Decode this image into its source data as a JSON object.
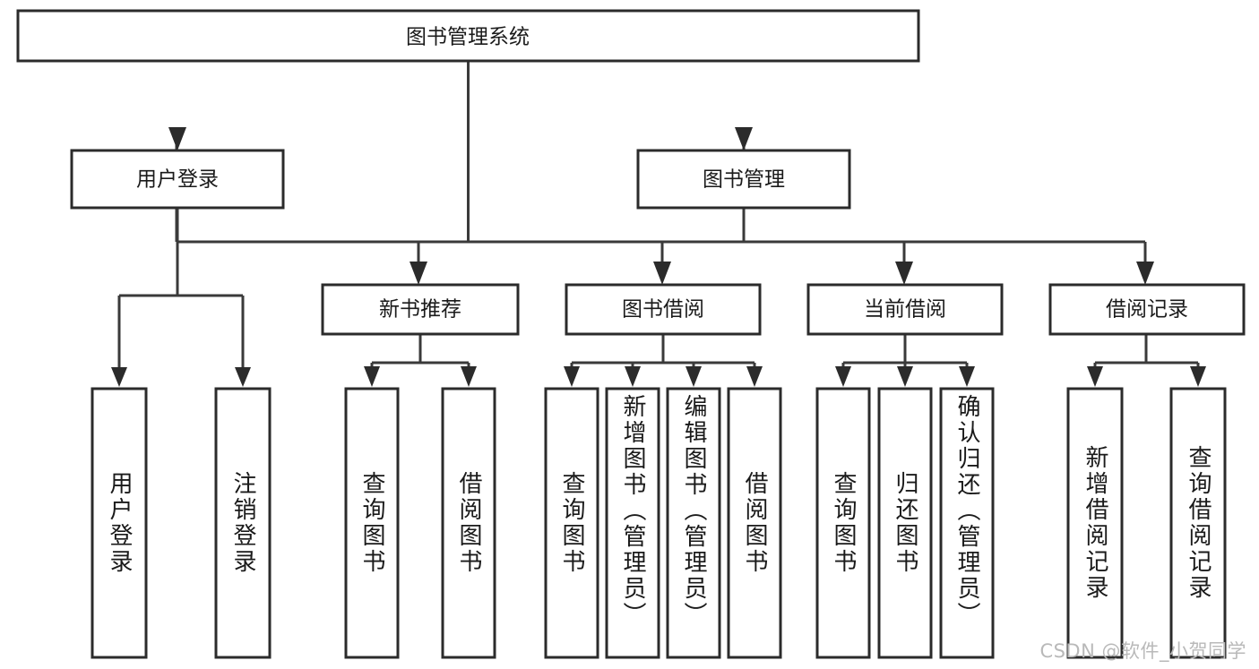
{
  "diagram": {
    "type": "tree-hierarchy-diagram",
    "title": "图书管理系统",
    "root": {
      "label": "图书管理系统",
      "children": [
        {
          "label": "用户登录",
          "children": [
            {
              "label": "用户登录"
            },
            {
              "label": "注销登录"
            }
          ]
        },
        {
          "label": "图书管理",
          "children": [
            {
              "label": "新书推荐",
              "children": [
                {
                  "label": "查询图书"
                },
                {
                  "label": "借阅图书"
                }
              ]
            },
            {
              "label": "图书借阅",
              "children": [
                {
                  "label": "查询图书"
                },
                {
                  "label": "新增图书（管理员）"
                },
                {
                  "label": "编辑图书（管理员）"
                },
                {
                  "label": "借阅图书"
                }
              ]
            },
            {
              "label": "当前借阅",
              "children": [
                {
                  "label": "查询图书"
                },
                {
                  "label": "归还图书"
                },
                {
                  "label": "确认归还（管理员）"
                }
              ]
            },
            {
              "label": "借阅记录",
              "children": [
                {
                  "label": "新增借阅记录"
                },
                {
                  "label": "查询借阅记录"
                }
              ]
            }
          ]
        }
      ]
    },
    "nodes": {
      "root": {
        "label": "图书管理系统"
      },
      "level2": [
        {
          "label": "用户登录"
        },
        {
          "label": "图书管理"
        }
      ],
      "level3": [
        {
          "label": "新书推荐"
        },
        {
          "label": "图书借阅"
        },
        {
          "label": "当前借阅"
        },
        {
          "label": "借阅记录"
        }
      ],
      "leaves": [
        {
          "label": "用户登录",
          "group": "用户登录"
        },
        {
          "label": "注销登录",
          "group": "用户登录"
        },
        {
          "label": "查询图书",
          "group": "新书推荐"
        },
        {
          "label": "借阅图书",
          "group": "新书推荐"
        },
        {
          "label": "查询图书",
          "group": "图书借阅"
        },
        {
          "label": "新增图书（管理员）",
          "group": "图书借阅"
        },
        {
          "label": "编辑图书（管理员）",
          "group": "图书借阅"
        },
        {
          "label": "借阅图书",
          "group": "图书借阅"
        },
        {
          "label": "查询图书",
          "group": "当前借阅"
        },
        {
          "label": "归还图书",
          "group": "当前借阅"
        },
        {
          "label": "确认归还（管理员）",
          "group": "当前借阅"
        },
        {
          "label": "新增借阅记录",
          "group": "借阅记录"
        },
        {
          "label": "查询借阅记录",
          "group": "借阅记录"
        }
      ]
    },
    "colors": {
      "box_fill": "#ffffff",
      "box_stroke": "#2b2b2b",
      "connector": "#3a3a3a",
      "text": "#1a1a1a",
      "background": "#ffffff",
      "watermark": "#b9b9b9"
    }
  },
  "watermark": {
    "text": "CSDN @软件_小贺同学"
  }
}
